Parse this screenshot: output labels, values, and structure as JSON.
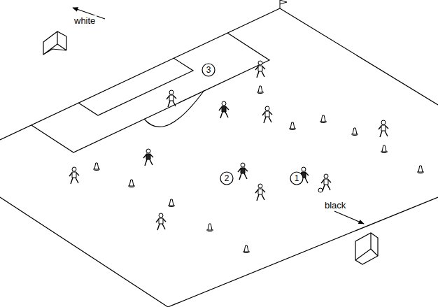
{
  "diagram": {
    "nodes": [
      {
        "text": [
          "3"
        ]
      },
      {
        "text": [
          "2"
        ]
      },
      {
        "text": [
          "1"
        ]
      }
    ],
    "labels": [
      "white",
      "black"
    ]
  }
}
